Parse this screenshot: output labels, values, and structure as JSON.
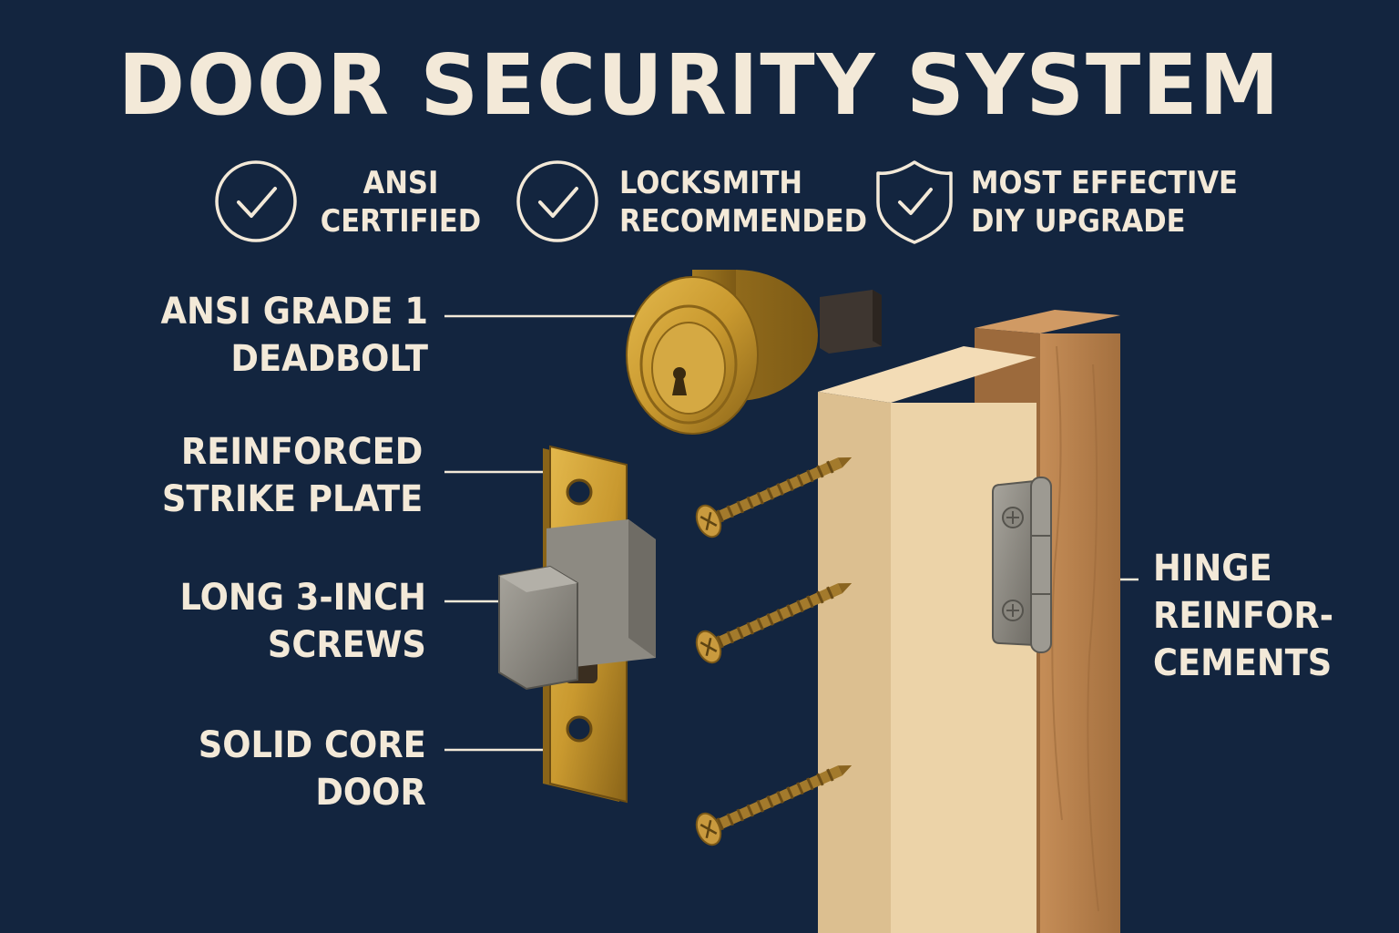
{
  "title": "DOOR SECURITY SYSTEM",
  "badges": [
    {
      "icon": "check-circle-icon",
      "line1": "ANSI",
      "line2": "CERTIFIED"
    },
    {
      "icon": "check-circle-icon",
      "line1": "LOCKSMITH",
      "line2": "RECOMMENDED"
    },
    {
      "icon": "shield-check-icon",
      "line1": "MOST EFFECTIVE",
      "line2": "DIY UPGRADE"
    }
  ],
  "labels": {
    "deadbolt": {
      "line1": "ANSI GRADE 1",
      "line2": "DEADBOLT"
    },
    "strike_plate": {
      "line1": "REINFORCED",
      "line2": "STRIKE PLATE"
    },
    "screws": {
      "line1": "LONG 3-INCH",
      "line2": "SCREWS"
    },
    "door": {
      "line1": "SOLID CORE",
      "line2": "DOOR"
    },
    "hinge": {
      "line1": "HINGE",
      "line2": "REINFOR-",
      "line3": "CEMENTS"
    }
  },
  "colors": {
    "background": "#13253f",
    "text": "#f3e9d8",
    "brass": "#c9992f",
    "door": "#ecd3a8",
    "frame": "#b9804c",
    "steel": "#8c8982"
  }
}
